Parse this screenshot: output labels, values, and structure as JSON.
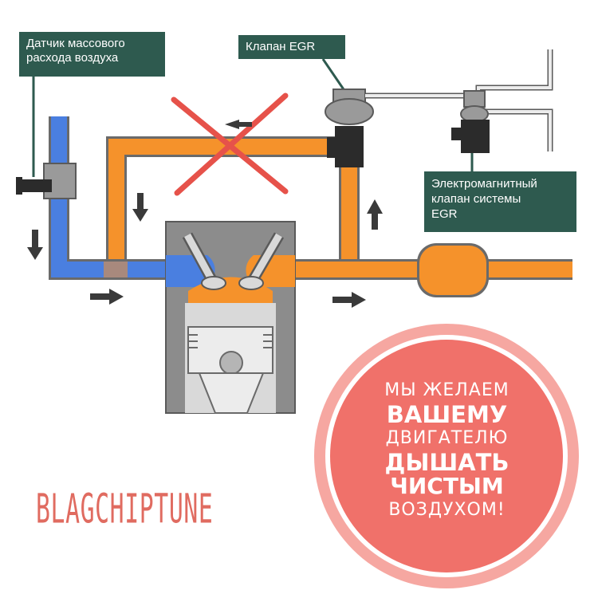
{
  "labels": {
    "maf_sensor_line1": "Датчик массового",
    "maf_sensor_line2": "расхода воздуха",
    "egr_valve": "Клапан EGR",
    "solenoid_line1": "Электромагнитный",
    "solenoid_line2": "клапан системы",
    "solenoid_line3": "EGR"
  },
  "brand": "BLAGCHIPTUNE",
  "slogan": {
    "line1": "мы желаем",
    "line2": "вашему",
    "line3": "двигателю",
    "line4": "дышать",
    "line5": "чистым",
    "line6": "воздухом!"
  },
  "colors": {
    "intake": "#4a7fe0",
    "exhaust": "#f5922b",
    "engine": "#8c8c8c",
    "label_bg": "#2e5a4f",
    "cross": "#e6524a",
    "circle": "#f0716a",
    "brand": "#e06b60"
  }
}
